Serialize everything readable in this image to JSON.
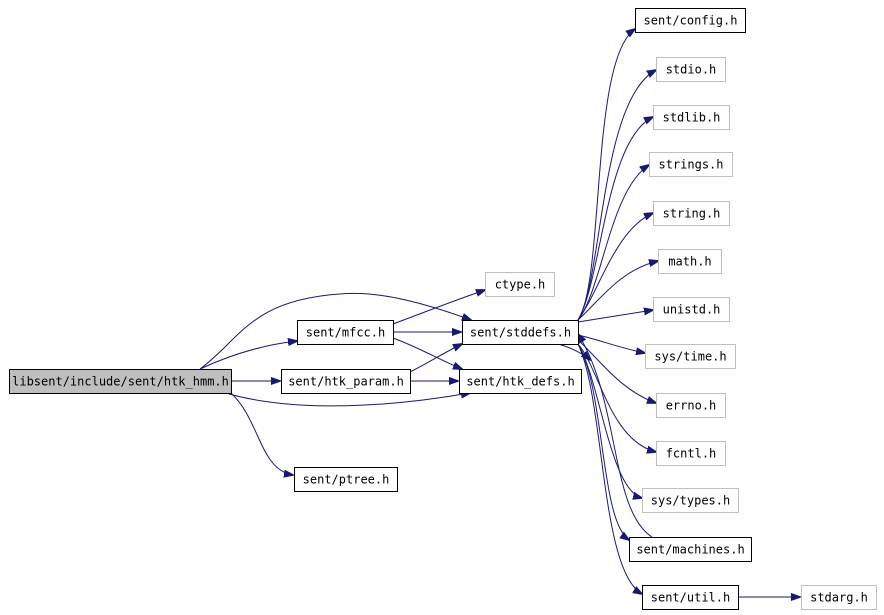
{
  "colors": {
    "edge": "#191970",
    "root_fill": "#bfbfbf",
    "root_stroke": "#000000",
    "local_stroke": "#000000",
    "system_stroke": "#bfbfbf",
    "node_fill": "#ffffff"
  },
  "graph": {
    "nodes": [
      {
        "id": "root",
        "label": "libsent/include/sent/htk_hmm.h",
        "kind": "root"
      },
      {
        "id": "mfcc",
        "label": "sent/mfcc.h",
        "kind": "local"
      },
      {
        "id": "htkparam",
        "label": "sent/htk_param.h",
        "kind": "local"
      },
      {
        "id": "ptree",
        "label": "sent/ptree.h",
        "kind": "local"
      },
      {
        "id": "ctype",
        "label": "ctype.h",
        "kind": "system"
      },
      {
        "id": "stddefs",
        "label": "sent/stddefs.h",
        "kind": "local"
      },
      {
        "id": "htkdefs",
        "label": "sent/htk_defs.h",
        "kind": "local"
      },
      {
        "id": "config",
        "label": "sent/config.h",
        "kind": "local"
      },
      {
        "id": "stdio",
        "label": "stdio.h",
        "kind": "system"
      },
      {
        "id": "stdlib",
        "label": "stdlib.h",
        "kind": "system"
      },
      {
        "id": "strings",
        "label": "strings.h",
        "kind": "system"
      },
      {
        "id": "string",
        "label": "string.h",
        "kind": "system"
      },
      {
        "id": "math",
        "label": "math.h",
        "kind": "system"
      },
      {
        "id": "unistd",
        "label": "unistd.h",
        "kind": "system"
      },
      {
        "id": "systime",
        "label": "sys/time.h",
        "kind": "system"
      },
      {
        "id": "errno",
        "label": "errno.h",
        "kind": "system"
      },
      {
        "id": "fcntl",
        "label": "fcntl.h",
        "kind": "system"
      },
      {
        "id": "systypes",
        "label": "sys/types.h",
        "kind": "system"
      },
      {
        "id": "machines",
        "label": "sent/machines.h",
        "kind": "local"
      },
      {
        "id": "util",
        "label": "sent/util.h",
        "kind": "local"
      },
      {
        "id": "stdarg",
        "label": "stdarg.h",
        "kind": "system"
      }
    ],
    "edges": [
      {
        "from": "root",
        "to": "mfcc"
      },
      {
        "from": "root",
        "to": "stddefs"
      },
      {
        "from": "root",
        "to": "htkparam"
      },
      {
        "from": "root",
        "to": "htkdefs"
      },
      {
        "from": "root",
        "to": "ptree"
      },
      {
        "from": "mfcc",
        "to": "ctype"
      },
      {
        "from": "mfcc",
        "to": "stddefs"
      },
      {
        "from": "mfcc",
        "to": "htkdefs"
      },
      {
        "from": "htkparam",
        "to": "stddefs"
      },
      {
        "from": "htkparam",
        "to": "htkdefs"
      },
      {
        "from": "stddefs",
        "to": "config"
      },
      {
        "from": "stddefs",
        "to": "stdio"
      },
      {
        "from": "stddefs",
        "to": "stdlib"
      },
      {
        "from": "stddefs",
        "to": "strings"
      },
      {
        "from": "stddefs",
        "to": "string"
      },
      {
        "from": "stddefs",
        "to": "math"
      },
      {
        "from": "stddefs",
        "to": "unistd"
      },
      {
        "from": "stddefs",
        "to": "systime"
      },
      {
        "from": "stddefs",
        "to": "errno"
      },
      {
        "from": "stddefs",
        "to": "fcntl"
      },
      {
        "from": "stddefs",
        "to": "systypes"
      },
      {
        "from": "stddefs",
        "to": "machines"
      },
      {
        "from": "stddefs",
        "to": "util"
      },
      {
        "from": "machines",
        "to": "stddefs"
      },
      {
        "from": "util",
        "to": "stdarg"
      },
      {
        "from": "stddefs",
        "to": "htkdefs"
      }
    ]
  }
}
